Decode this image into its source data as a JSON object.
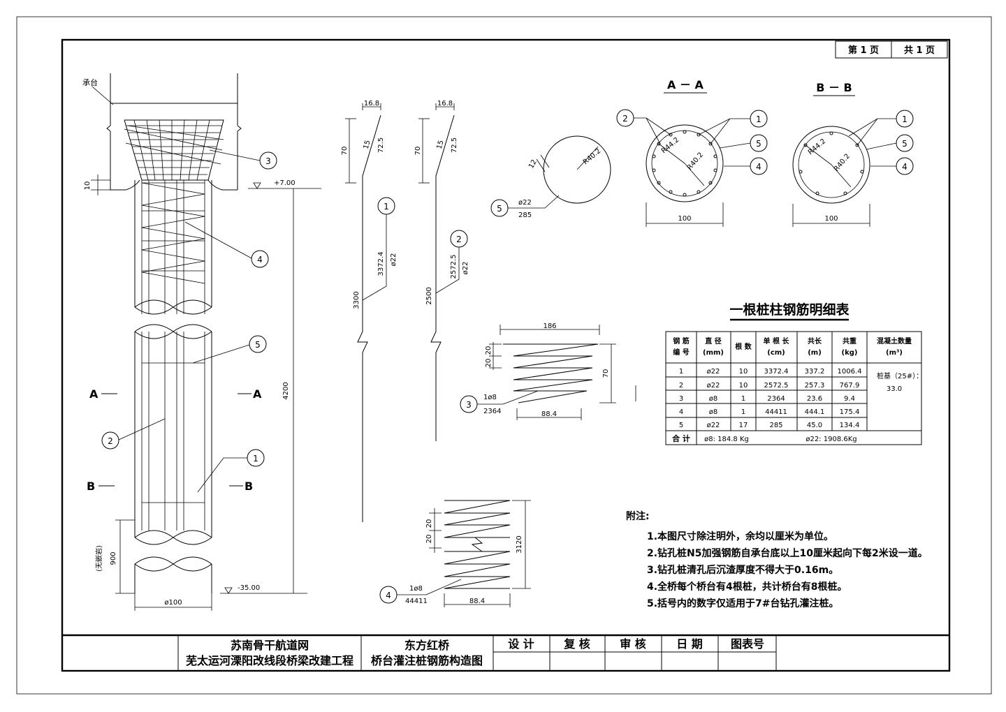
{
  "page": {
    "current": "第 1 页",
    "total": "共 1 页"
  },
  "labels": {
    "cap_platform": "承台",
    "elev_top": "+7.00",
    "elev_bottom": "-35.00",
    "dim_10": "10",
    "dim_4200": "4200",
    "dim_900": "900",
    "dim_900_note": "(无嵌岩)",
    "dim_dia": "ø100",
    "sec_a": "A",
    "sec_b": "B",
    "callouts": [
      "1",
      "2",
      "3",
      "4",
      "5"
    ]
  },
  "bars": {
    "bar1": {
      "top_w": "16.8",
      "h70": "70",
      "len15": "15",
      "len725": "72.5",
      "total": "3372.4",
      "dia": "ø22",
      "straight": "3300"
    },
    "bar2": {
      "top_w": "16.8",
      "h70": "70",
      "len15": "15",
      "len725": "72.5",
      "total": "2572.5",
      "dia": "ø22",
      "straight": "2500"
    },
    "bar5": {
      "r": "R40.2",
      "h": "12",
      "dia": "ø22",
      "len": "285"
    },
    "bar3": {
      "w": "186",
      "h20a": "20",
      "h20b": "20",
      "h70": "70",
      "dia": "1ø8",
      "len": "2364",
      "w2": "88.4"
    },
    "bar4": {
      "h20a": "20",
      "h20b": "20",
      "h3120": "3120",
      "dia": "1ø8",
      "len": "44411",
      "w2": "88.4"
    }
  },
  "sections": {
    "aa": {
      "title": "A － A",
      "r1": "R44.2",
      "r2": "R40.2",
      "width": "100"
    },
    "bb": {
      "title": "B － B",
      "r1": "R44.2",
      "r2": "R40.2",
      "width": "100"
    }
  },
  "table": {
    "title": "一根桩柱钢筋明细表",
    "headers": [
      "钢 筋\n编 号",
      "直 径\n(mm)",
      "根 数",
      "单 根 长\n(cm)",
      "共长\n(m)",
      "共重\n(kg)",
      "混凝土数量\n(m³)"
    ],
    "rows": [
      [
        "1",
        "ø22",
        "10",
        "3372.4",
        "337.2",
        "1006.4"
      ],
      [
        "2",
        "ø22",
        "10",
        "2572.5",
        "257.3",
        "767.9"
      ],
      [
        "3",
        "ø8",
        "1",
        "2364",
        "23.6",
        "9.4"
      ],
      [
        "4",
        "ø8",
        "1",
        "44411",
        "444.1",
        "175.4"
      ],
      [
        "5",
        "ø22",
        "17",
        "285",
        "45.0",
        "134.4"
      ]
    ],
    "concrete_label": "桩基（25#）：",
    "concrete_value": "33.0",
    "total_label": "合 计",
    "total_a": "ø8: 184.8 Kg",
    "total_b": "ø22: 1908.6Kg"
  },
  "notes": {
    "title": "附注:",
    "items": [
      "1.本图尺寸除注明外，余均以厘米为单位。",
      "2.钻孔桩N5加强钢筋自承台底以上10厘米起向下每2米设一道。",
      "3.钻孔桩清孔后沉渣厚度不得大于0.16m。",
      "4.全桥每个桥台有4根桩，共计桥台有8根桩。",
      "5.括号内的数字仅适用于7#台钻孔灌注桩。"
    ]
  },
  "title_block": {
    "project_line1": "苏南骨干航道网",
    "project_line2": "芜太运河溧阳改线段桥梁改建工程",
    "drawing_line1": "东方红桥",
    "drawing_line2": "桥台灌注桩钢筋构造图",
    "design": "设 计",
    "review": "复 核",
    "audit": "审 核",
    "date": "日 期",
    "drawing_no": "图表号"
  }
}
